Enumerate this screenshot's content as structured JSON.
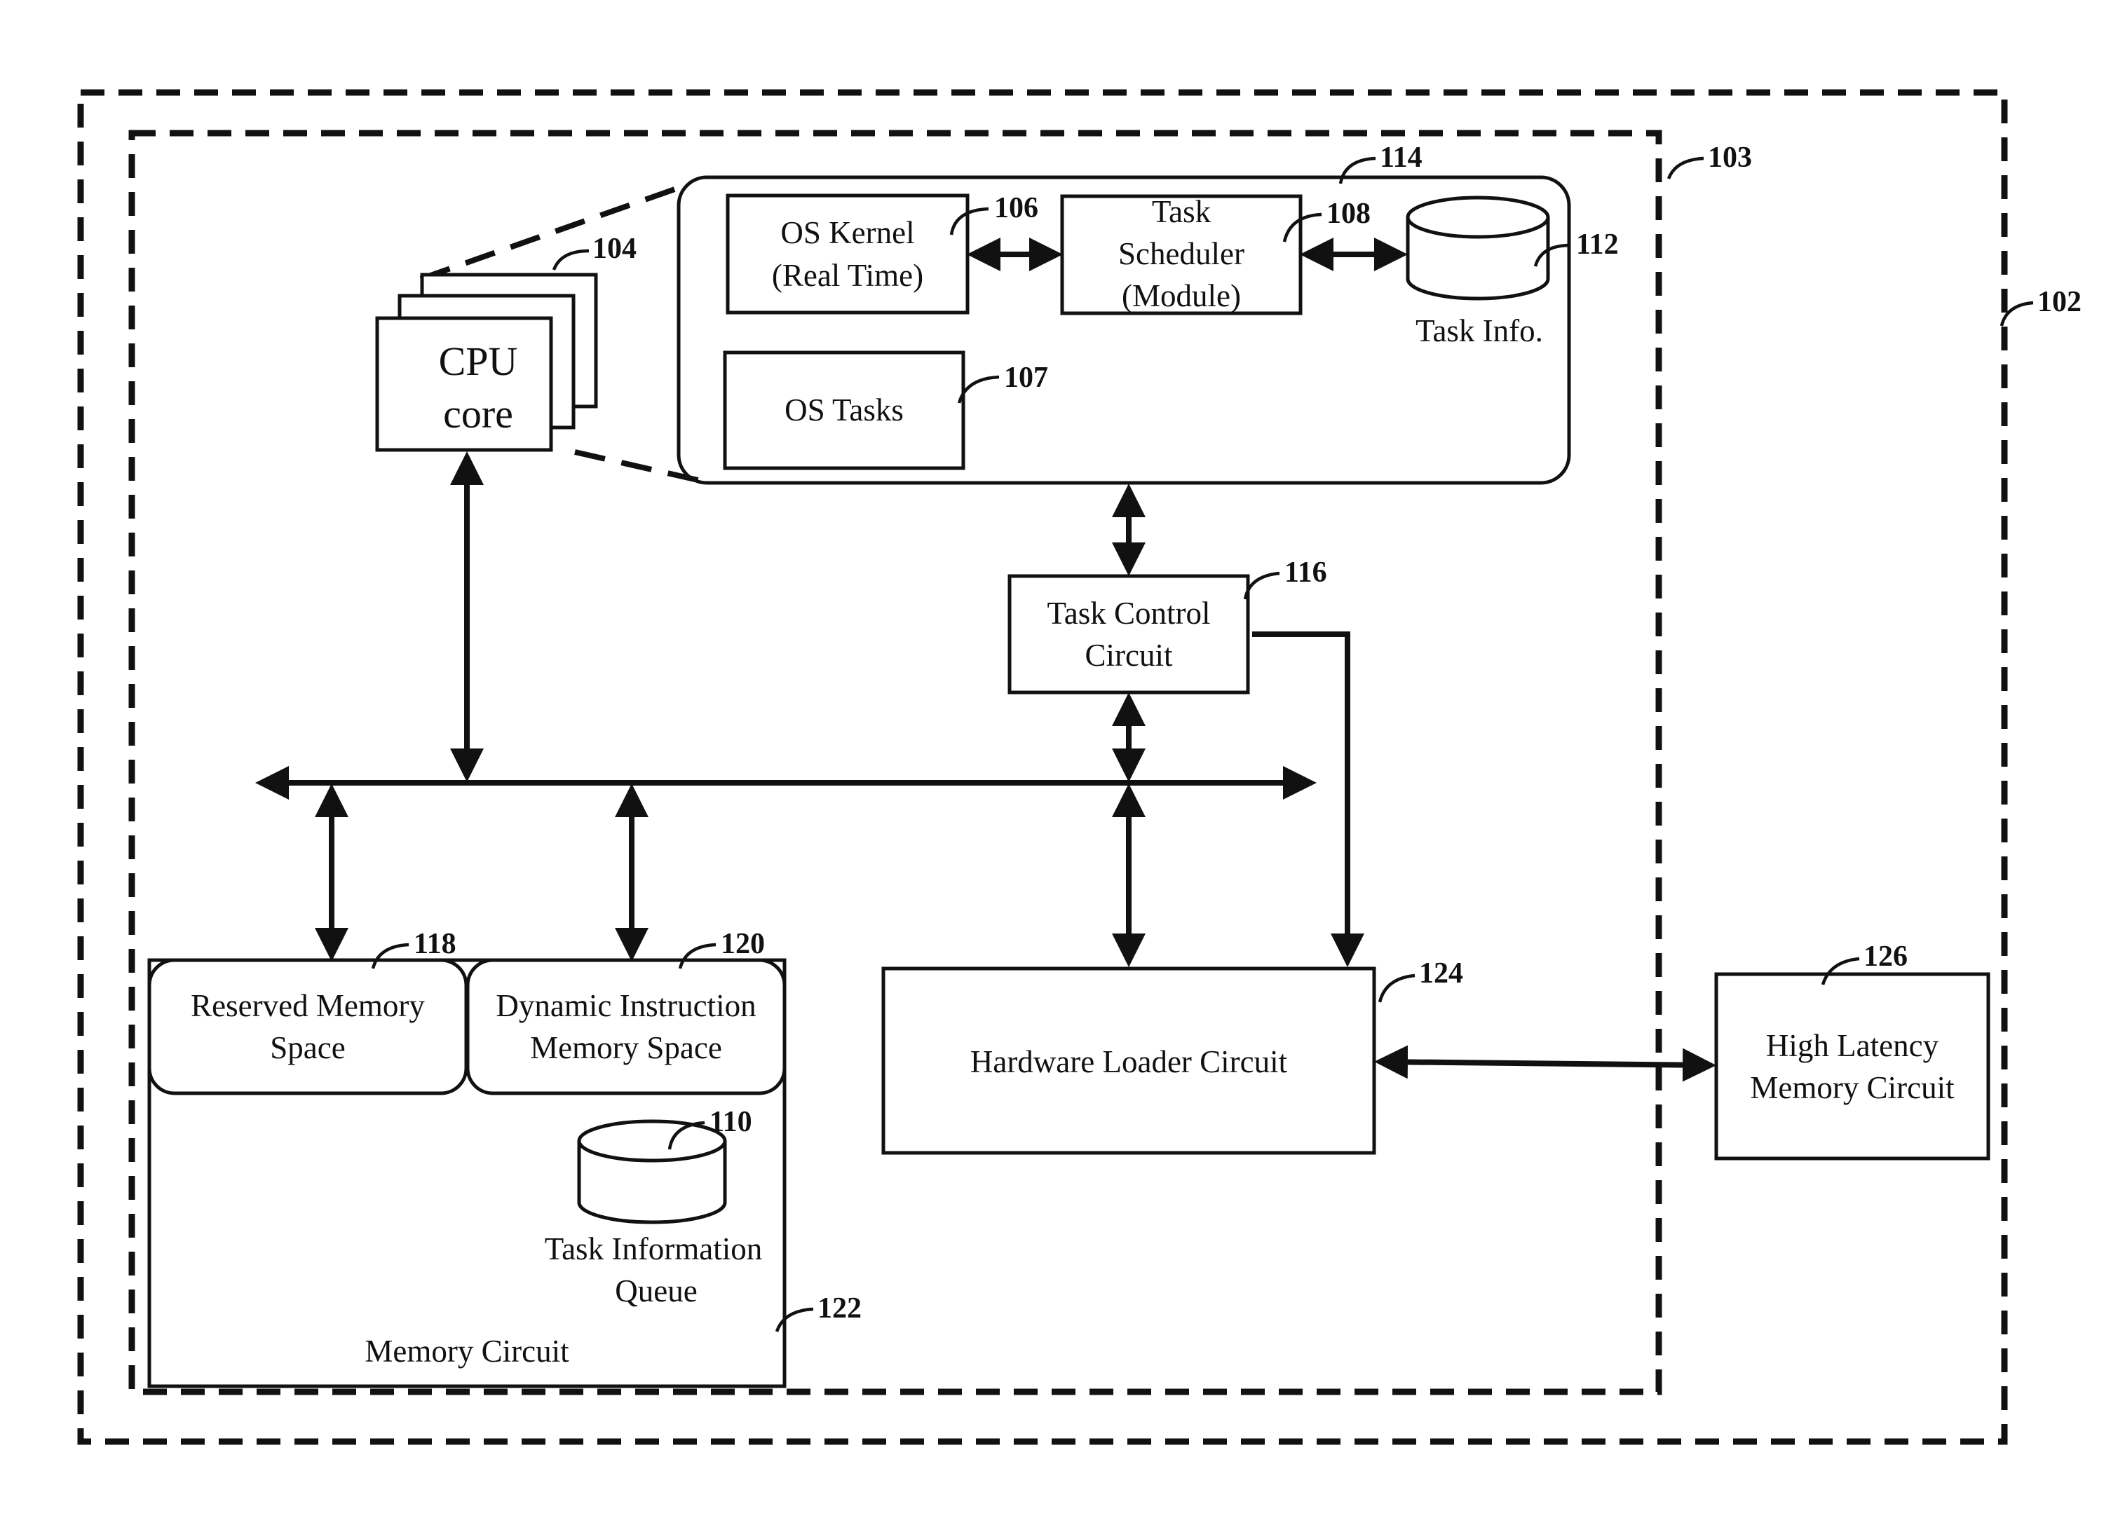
{
  "refs": {
    "outer_system": "102",
    "inner_system": "103",
    "cpu_core": "104",
    "os_kernel": "106",
    "os_tasks": "107",
    "task_scheduler": "108",
    "task_information_queue": "110",
    "task_info": "112",
    "software_block": "114",
    "task_control_circuit": "116",
    "reserved_memory": "118",
    "dynamic_instruction_memory": "120",
    "memory_circuit": "122",
    "hardware_loader": "124",
    "high_latency_memory": "126"
  },
  "labels": {
    "cpu_core": [
      "CPU",
      "core"
    ],
    "os_kernel": [
      "OS Kernel",
      "(Real Time)"
    ],
    "task_scheduler": [
      "Task",
      "Scheduler",
      "(Module)"
    ],
    "task_info": "Task Info.",
    "os_tasks": "OS Tasks",
    "task_control_circuit": [
      "Task Control",
      "Circuit"
    ],
    "reserved_memory": [
      "Reserved Memory",
      "Space"
    ],
    "dynamic_instruction_memory": [
      "Dynamic Instruction",
      "Memory Space"
    ],
    "task_information_queue": [
      "Task Information",
      "Queue"
    ],
    "memory_circuit": "Memory Circuit",
    "hardware_loader": "Hardware Loader Circuit",
    "high_latency_memory": [
      "High Latency",
      "Memory Circuit"
    ]
  }
}
